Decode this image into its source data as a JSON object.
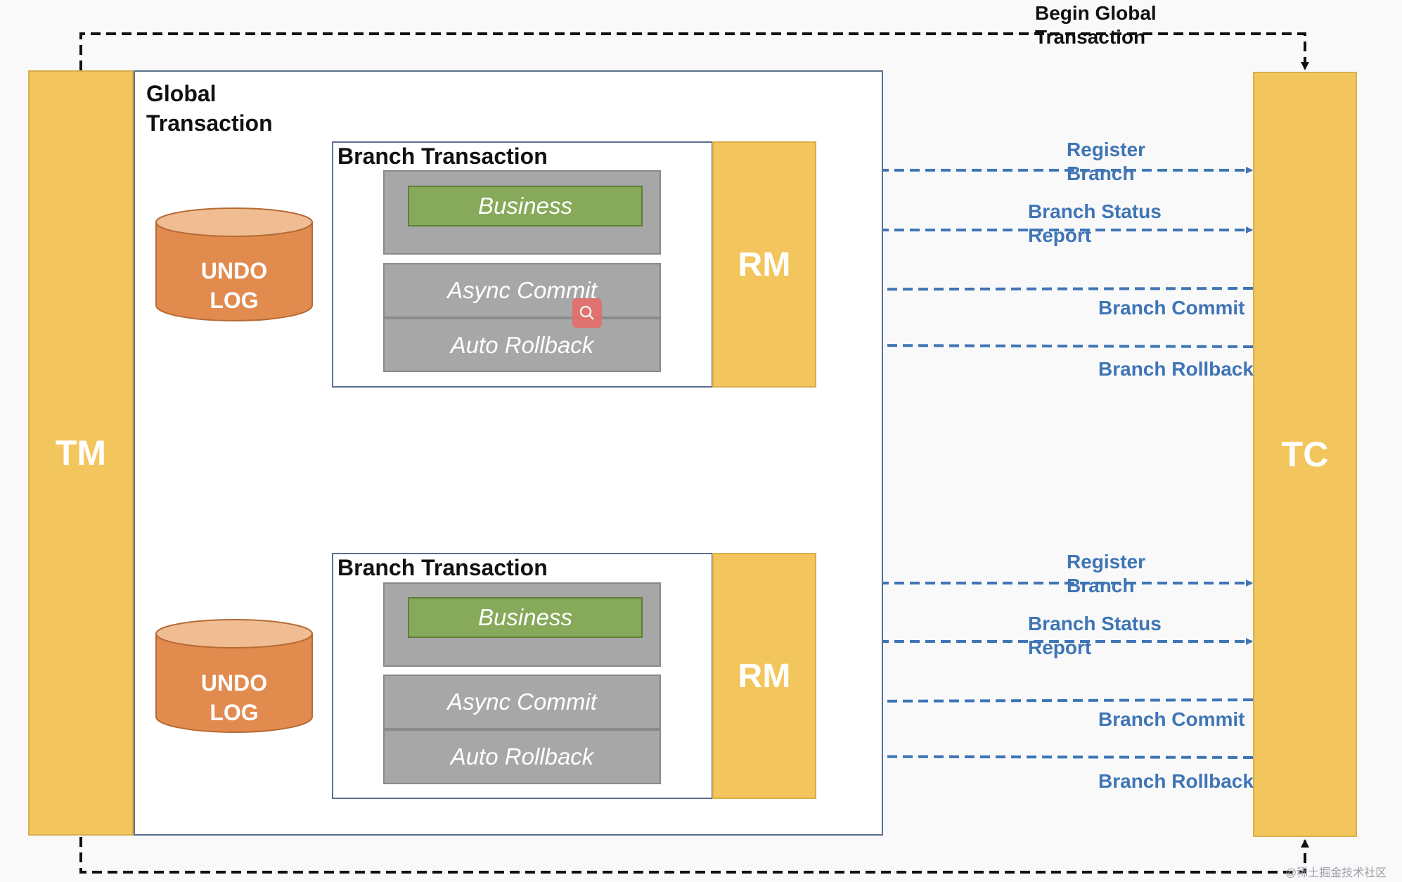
{
  "tm": {
    "label": "TM"
  },
  "tc": {
    "label": "TC"
  },
  "begin_global": {
    "line1": "Begin Global",
    "line2": "Transaction"
  },
  "global_transaction": {
    "line1": "Global",
    "line2": "Transaction"
  },
  "branches": [
    {
      "title": "Branch Transaction",
      "business": "Business",
      "async_commit": "Async Commit",
      "auto_rollback": "Auto Rollback",
      "rm": "RM",
      "undo": {
        "line1": "UNDO",
        "line2": "LOG"
      },
      "messages": {
        "register": {
          "line1": "Register",
          "line2": "Branch"
        },
        "status": {
          "line1": "Branch Status",
          "line2": "Report"
        },
        "commit": "Branch Commit",
        "rollback": "Branch Rollback"
      }
    },
    {
      "title": "Branch Transaction",
      "business": "Business",
      "async_commit": "Async Commit",
      "auto_rollback": "Auto Rollback",
      "rm": "RM",
      "undo": {
        "line1": "UNDO",
        "line2": "LOG"
      },
      "messages": {
        "register": {
          "line1": "Register",
          "line2": "Branch"
        },
        "status": {
          "line1": "Branch Status",
          "line2": "Report"
        },
        "commit": "Branch Commit",
        "rollback": "Branch Rollback"
      }
    }
  ],
  "watermark": "@稀土掘金技术社区",
  "colors": {
    "yellow": "#f3c55d",
    "green": "#86a95a",
    "gray": "#a7a7a7",
    "undo_orange": "#e28b4f",
    "message_blue": "#3f75b5",
    "border": "#5a6f8f"
  },
  "icons": [
    "search-icon"
  ]
}
